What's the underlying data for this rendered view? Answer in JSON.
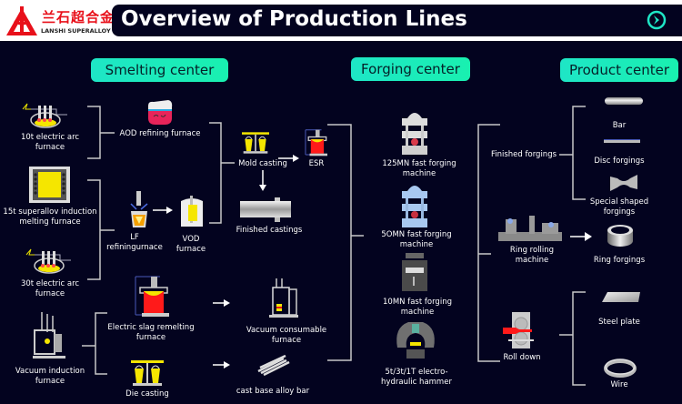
{
  "header": {
    "logo_cn": "兰石超合金",
    "logo_en": "LANSHI SUPERALLOY",
    "title": "Overview of Production Lines",
    "next_icon": "chevron-right-circle-icon"
  },
  "colors": {
    "background": "#03031f",
    "accent": "#1ee6c6",
    "logo_red": "#e8101a",
    "molten_yellow": "#f5e600",
    "hot_red": "#ff1a1a",
    "line": "#c8c8c8"
  },
  "sections": {
    "smelting": "Smelting center",
    "forging": "Forging center",
    "product": "Product center"
  },
  "smelting": {
    "eaf10": "10t electric arc\nfurnace",
    "eaf10_l1": "10t electric arc",
    "eaf10_l2": "furnace",
    "ind15_l1": "15t superallov induction",
    "ind15_l2": "melting furnace",
    "eaf30_l1": "30t electric arc",
    "eaf30_l2": "furnace",
    "vim_l1": "Vacuum induction",
    "vim_l2": "furnace",
    "aod": "AOD refining furnace",
    "lf_l1": "LF",
    "lf_l2": "refiningurnace",
    "vod_l1": "VOD",
    "vod_l2": "furnace",
    "esr_furnace_l1": "Electric slag  remelting",
    "esr_furnace_l2": "furnace",
    "die_casting": "Die casting",
    "mold_casting": "Mold casting",
    "esr": "ESR",
    "finished_castings": "Finished castings",
    "var_l1": "Vacuum consumable",
    "var_l2": "furnace",
    "cast_bar": "cast base alloy bar"
  },
  "forging": {
    "f125_l1": "125MN fast forging",
    "f125_l2": "machine",
    "f50_l1": "5OMN fast forging",
    "f50_l2": "machine",
    "f10_l1": "10MN fast forging",
    "f10_l2": "machine",
    "hammer_l1": "5t/3t/1T electro-",
    "hammer_l2": "hydraulic hammer"
  },
  "product": {
    "finished_forgings": "Finished forgings",
    "bar": "Bar",
    "disc": "Disc forgings",
    "special_l1": "Special shaped",
    "special_l2": "forgings",
    "ring_rolling_l1": "Ring rolling",
    "ring_rolling_l2": "machine",
    "ring_forgings": "Ring forgings",
    "roll_down": "Roll down",
    "steel_plate": "Steel plate",
    "wire": "Wire"
  }
}
